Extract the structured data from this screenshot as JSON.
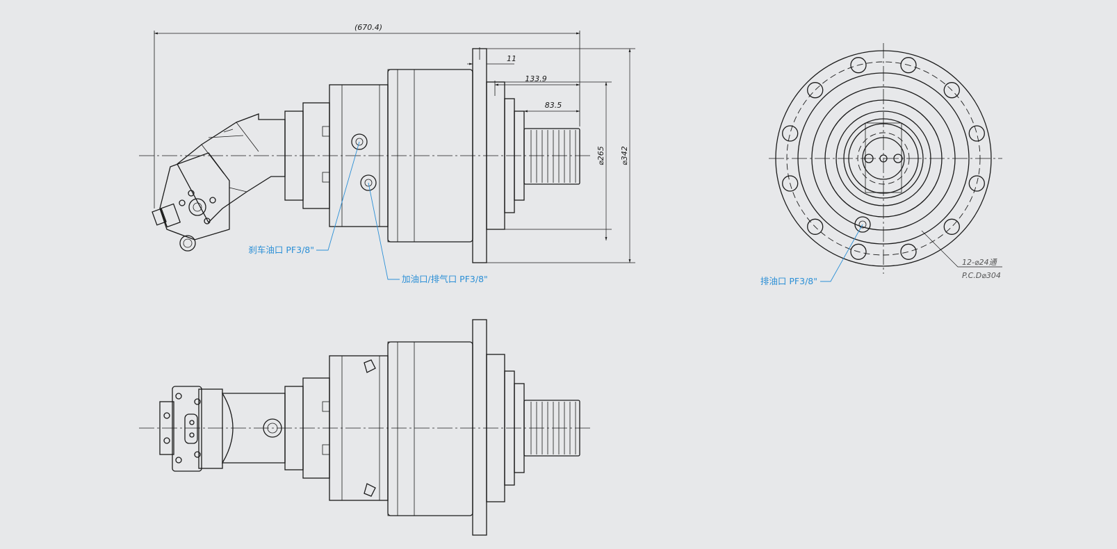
{
  "colors": {
    "background": "#e7e8ea",
    "line": "#1a1a1a",
    "annotation": "#2b8fd6"
  },
  "dimensions": {
    "overall_length": "(670.4)",
    "flange_thickness": "11",
    "flange_to_shaft_end": "133.9",
    "shaft_length": "83.5",
    "pilot_diameter": "⌀265",
    "flange_diameter": "⌀342"
  },
  "annotations": {
    "brake_port": "刹车油口 PF3/8\"",
    "fill_vent_port": "加油口/排气口 PF3/8\"",
    "drain_port": "排油口 PF3/8\""
  },
  "holes": {
    "count_size": "12-⌀24通",
    "pcd": "P.C.D⌀304"
  }
}
